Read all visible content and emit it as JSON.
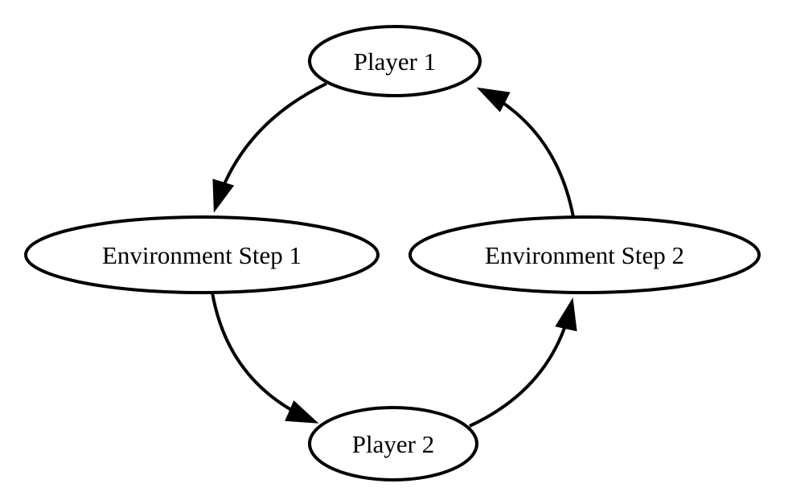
{
  "diagram": {
    "background_color": "#ffffff",
    "node_fill_color": "#ffffff",
    "stroke_color": "#000000",
    "type": "cycle-flow-diagram",
    "nodes": [
      {
        "id": "player-1",
        "label": "Player 1"
      },
      {
        "id": "environment-step-1",
        "label": "Environment Step 1"
      },
      {
        "id": "player-2",
        "label": "Player 2"
      },
      {
        "id": "environment-step-2",
        "label": "Environment Step 2"
      }
    ],
    "edges": [
      {
        "from": "Player 1",
        "to": "Environment Step 1",
        "style": "curved-arrow"
      },
      {
        "from": "Environment Step 1",
        "to": "Player 2",
        "style": "curved-arrow"
      },
      {
        "from": "Player 2",
        "to": "Environment Step 2",
        "style": "curved-arrow"
      },
      {
        "from": "Environment Step 2",
        "to": "Player 1",
        "style": "curved-arrow"
      }
    ]
  }
}
